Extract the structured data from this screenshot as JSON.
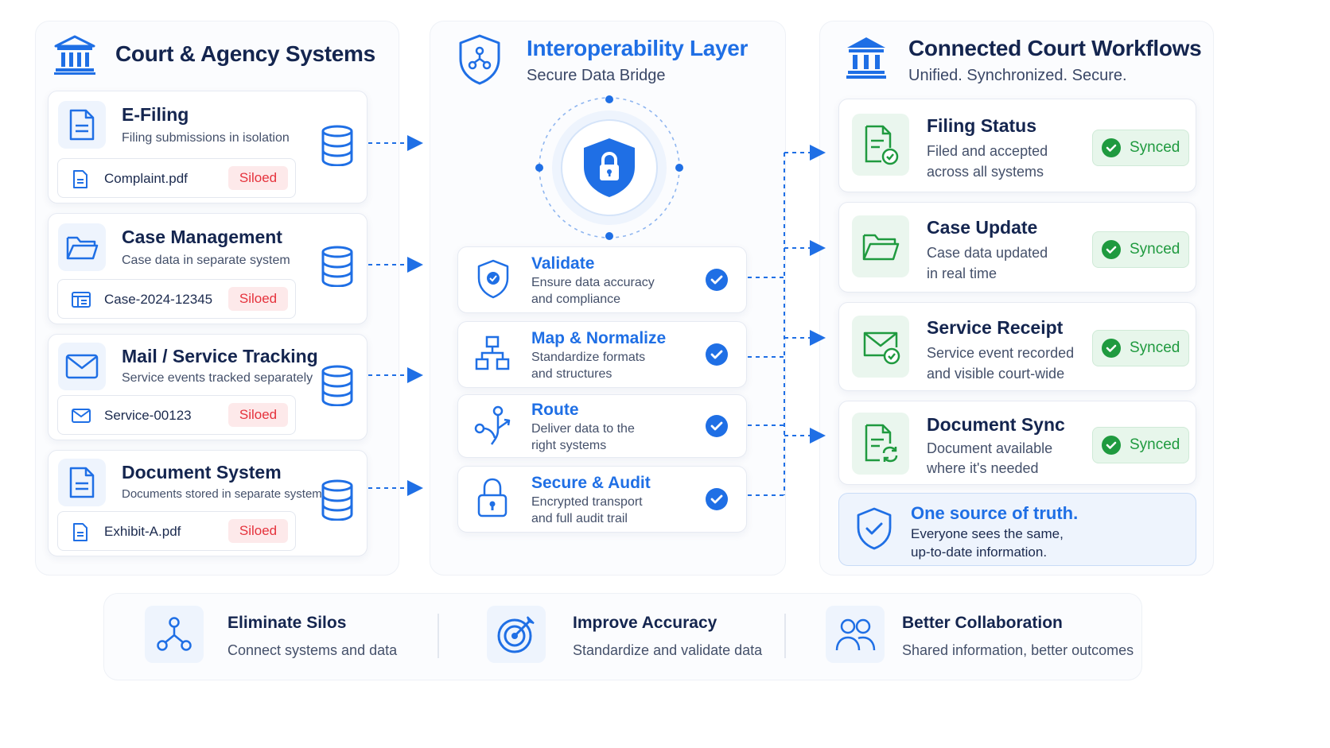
{
  "left": {
    "title": "Court & Agency Systems",
    "systems": [
      {
        "name": "E-Filing",
        "desc": "Filing submissions in isolation",
        "item": "Complaint.pdf",
        "status": "Siloed"
      },
      {
        "name": "Case Management",
        "desc": "Case data in separate system",
        "item": "Case-2024-12345",
        "status": "Siloed"
      },
      {
        "name": "Mail / Service Tracking",
        "desc": "Service events tracked separately",
        "item": "Service-00123",
        "status": "Siloed"
      },
      {
        "name": "Document System",
        "desc": "Documents stored in separate system",
        "item": "Exhibit-A.pdf",
        "status": "Siloed"
      }
    ]
  },
  "middle": {
    "title": "Interoperability Layer",
    "subtitle": "Secure Data Bridge",
    "steps": [
      {
        "title": "Validate",
        "desc1": "Ensure data accuracy",
        "desc2": "and compliance"
      },
      {
        "title": "Map & Normalize",
        "desc1": "Standardize formats",
        "desc2": "and structures"
      },
      {
        "title": "Route",
        "desc1": "Deliver data to the",
        "desc2": "right systems"
      },
      {
        "title": "Secure & Audit",
        "desc1": "Encrypted transport",
        "desc2": "and full audit trail"
      }
    ]
  },
  "right": {
    "title": "Connected Court Workflows",
    "subtitle": "Unified. Synchronized. Secure.",
    "workflows": [
      {
        "title": "Filing Status",
        "desc1": "Filed and accepted",
        "desc2": "across all systems",
        "status": "Synced"
      },
      {
        "title": "Case Update",
        "desc1": "Case data updated",
        "desc2": "in real time",
        "status": "Synced"
      },
      {
        "title": "Service Receipt",
        "desc1": "Service event recorded",
        "desc2": "and visible court-wide",
        "status": "Synced"
      },
      {
        "title": "Document Sync",
        "desc1": "Document available",
        "desc2": "where it's needed",
        "status": "Synced"
      }
    ],
    "truth": {
      "title": "One source of truth.",
      "desc1": "Everyone sees the same,",
      "desc2": "up-to-date information."
    }
  },
  "benefits": [
    {
      "title": "Eliminate Silos",
      "desc": "Connect systems and data"
    },
    {
      "title": "Improve Accuracy",
      "desc": "Standardize and validate data"
    },
    {
      "title": "Better Collaboration",
      "desc": "Shared information, better outcomes"
    }
  ],
  "colors": {
    "accent": "#1f6fe5",
    "navy": "#14254f",
    "siloed": "#e5323c",
    "synced": "#1f9a3f"
  }
}
